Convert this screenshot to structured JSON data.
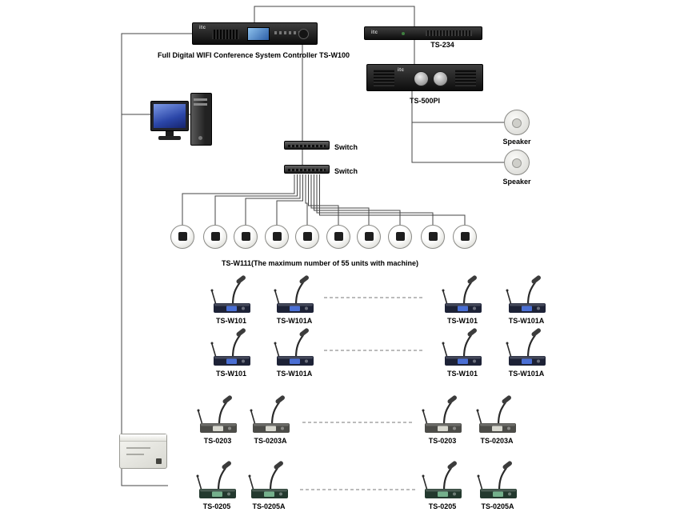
{
  "brand": "itc",
  "controller": {
    "label": "Full Digital WIFI Conference System Controller TS-W100"
  },
  "ts234": {
    "label": "TS-234"
  },
  "ts500pi": {
    "label": "TS-500PI"
  },
  "speaker1": {
    "label": "Speaker"
  },
  "speaker2": {
    "label": "Speaker"
  },
  "switch1": {
    "label": "Switch"
  },
  "switch2": {
    "label": "Switch"
  },
  "tsw111": {
    "note": "TS-W111(The maximum number of 55 units with machine)"
  },
  "micRow1": {
    "m0": "TS-W101",
    "m1": "TS-W101A",
    "m2": "TS-W101",
    "m3": "TS-W101A"
  },
  "micRow2": {
    "m0": "TS-W101",
    "m1": "TS-W101A",
    "m2": "TS-W101",
    "m3": "TS-W101A"
  },
  "micRow3": {
    "m0": "TS-0203",
    "m1": "TS-0203A",
    "m2": "TS-0203",
    "m3": "TS-0203A"
  },
  "micRow4": {
    "m0": "TS-0205",
    "m1": "TS-0205A",
    "m2": "TS-0205",
    "m3": "TS-0205A"
  }
}
